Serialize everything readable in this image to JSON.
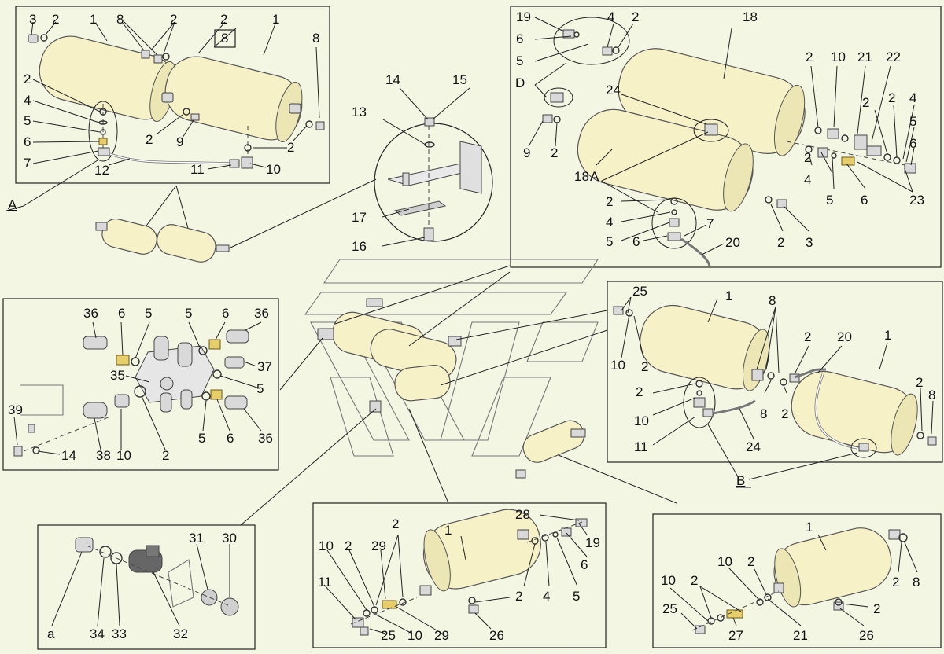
{
  "labels": {
    "n1": "1",
    "n2": "2",
    "n3": "3",
    "n4": "4",
    "n5": "5",
    "n6": "6",
    "n7": "7",
    "n8": "8",
    "n9": "9",
    "n10": "10",
    "n11": "11",
    "n12": "12",
    "n13": "13",
    "n14": "14",
    "n15": "15",
    "n16": "16",
    "n17": "17",
    "n18": "18",
    "n19": "19",
    "n20": "20",
    "n21": "21",
    "n22": "22",
    "n23": "23",
    "n24": "24",
    "n25": "25",
    "n26": "26",
    "n27": "27",
    "n28": "28",
    "n29": "29",
    "n30": "30",
    "n31": "31",
    "n32": "32",
    "n33": "33",
    "n34": "34",
    "n35": "35",
    "n36": "36",
    "n37": "37",
    "n38": "38",
    "n39": "39",
    "view_a": "A",
    "view_b": "B",
    "view_d": "D",
    "view_small_a": "a"
  },
  "colors": {
    "background": "#f4f6e4",
    "tank_fill": "#f7f1c8",
    "brass_fill": "#e6cf6a",
    "line": "#222222"
  }
}
